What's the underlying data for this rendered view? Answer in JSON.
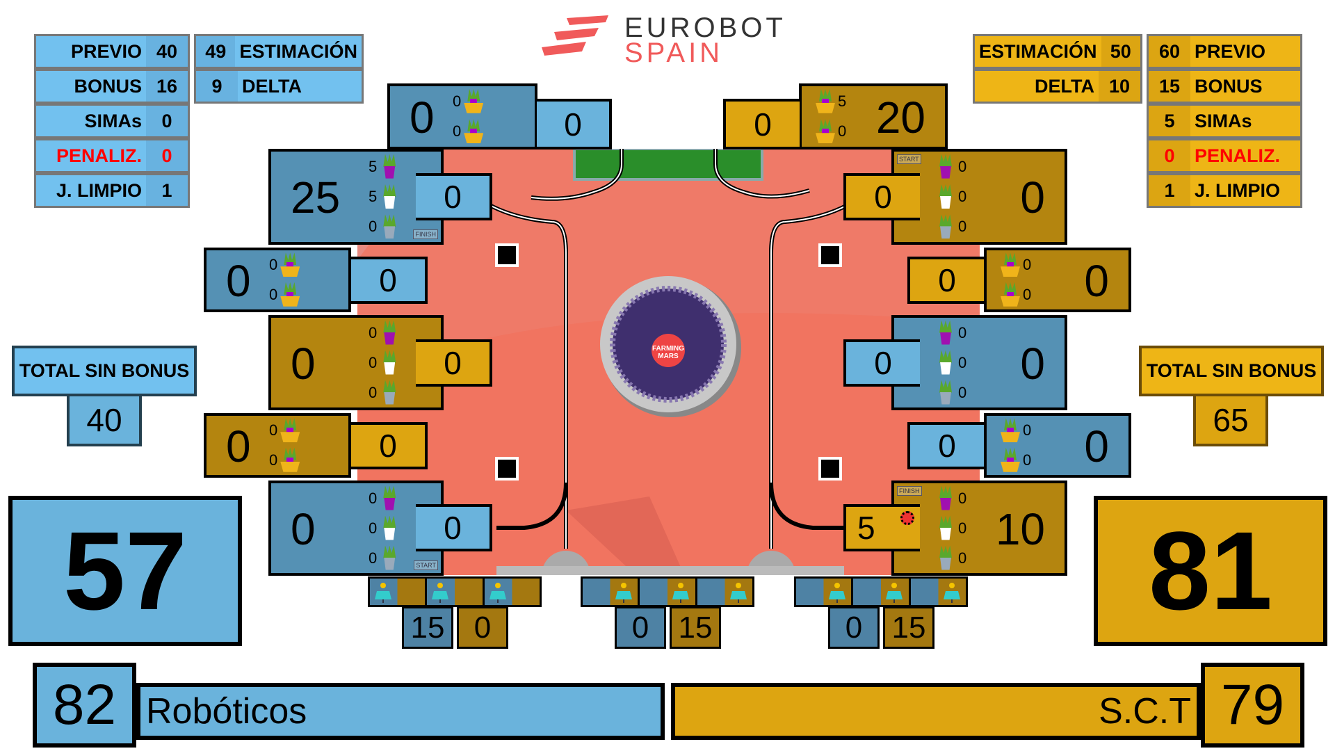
{
  "logo": {
    "line1": "EUROBOT",
    "line2": "SPAIN"
  },
  "colors": {
    "blue_team": "#6ab3dc",
    "yellow_team": "#dda511",
    "penalty": "#ff0000",
    "field": "#ef7a68"
  },
  "blue": {
    "stats_col1": [
      {
        "label": "PREVIO",
        "value": "40"
      },
      {
        "label": "BONUS",
        "value": "16"
      },
      {
        "label": "SIMAs",
        "value": "0"
      },
      {
        "label": "PENALIZ.",
        "value": "0"
      },
      {
        "label": "J. LIMPIO",
        "value": "1"
      }
    ],
    "stats_col2": [
      {
        "label": "ESTIMACIÓN",
        "value": "49"
      },
      {
        "label": "DELTA",
        "value": "9"
      }
    ],
    "total_sin_bonus_label": "TOTAL SIN BONUS",
    "total_sin_bonus": "40",
    "score": "57",
    "final_score": "82",
    "team_name": "Robóticos"
  },
  "yellow": {
    "stats_col1": [
      {
        "label": "ESTIMACIÓN",
        "value": "50"
      },
      {
        "label": "DELTA",
        "value": "10"
      }
    ],
    "stats_col2": [
      {
        "label": "PREVIO",
        "value": "60"
      },
      {
        "label": "BONUS",
        "value": "15"
      },
      {
        "label": "SIMAs",
        "value": "5"
      },
      {
        "label": "PENALIZ.",
        "value": "0"
      },
      {
        "label": "J. LIMPIO",
        "value": "1"
      }
    ],
    "total_sin_bonus_label": "TOTAL SIN BONUS",
    "total_sin_bonus": "65",
    "score": "81",
    "final_score": "79",
    "team_name": "S.C.T"
  },
  "zones": [
    {
      "id": "top-left",
      "team": "blue",
      "main": "0",
      "sub": "0",
      "counts": [
        "0",
        "0"
      ],
      "icons": [
        "planter",
        "planter"
      ]
    },
    {
      "id": "top-right",
      "team": "yellow",
      "main": "20",
      "sub": "0",
      "counts": [
        "5",
        "0"
      ],
      "icons": [
        "planter",
        "planter"
      ]
    },
    {
      "id": "left-1",
      "team": "blue",
      "main": "25",
      "sub": "0",
      "counts": [
        "5",
        "5",
        "0"
      ],
      "icons": [
        "purple",
        "white",
        "grey"
      ],
      "badge": "FINISH"
    },
    {
      "id": "right-1",
      "team": "yellow",
      "main": "0",
      "sub": "0",
      "counts": [
        "0",
        "0",
        "0"
      ],
      "icons": [
        "purple",
        "white",
        "grey"
      ],
      "badge": "START"
    },
    {
      "id": "left-2",
      "team": "blue",
      "main": "0",
      "sub": "0",
      "counts": [
        "0",
        "0"
      ],
      "icons": [
        "planter",
        "planter"
      ]
    },
    {
      "id": "right-2",
      "team": "yellow",
      "main": "0",
      "sub": "0",
      "counts": [
        "0",
        "0"
      ],
      "icons": [
        "planter",
        "planter"
      ]
    },
    {
      "id": "left-3",
      "team": "yellow",
      "main": "0",
      "sub": "0",
      "counts": [
        "0",
        "0",
        "0"
      ],
      "icons": [
        "purple",
        "white",
        "grey"
      ]
    },
    {
      "id": "right-3",
      "team": "blue",
      "main": "0",
      "sub": "0",
      "counts": [
        "0",
        "0",
        "0"
      ],
      "icons": [
        "purple",
        "white",
        "grey"
      ]
    },
    {
      "id": "left-4",
      "team": "yellow",
      "main": "0",
      "sub": "0",
      "counts": [
        "0",
        "0"
      ],
      "icons": [
        "planter",
        "planter"
      ]
    },
    {
      "id": "right-4",
      "team": "blue",
      "main": "0",
      "sub": "0",
      "counts": [
        "0",
        "0"
      ],
      "icons": [
        "planter",
        "planter"
      ]
    },
    {
      "id": "left-5",
      "team": "blue",
      "main": "0",
      "sub": "0",
      "counts": [
        "0",
        "0",
        "0"
      ],
      "icons": [
        "purple",
        "white",
        "grey"
      ],
      "badge": "START"
    },
    {
      "id": "right-5",
      "team": "yellow",
      "main": "10",
      "sub": "5",
      "counts": [
        "0",
        "0",
        "0"
      ],
      "icons": [
        "purple",
        "white",
        "grey"
      ],
      "badge": "FINISH",
      "ladybug": true
    }
  ],
  "solar": [
    {
      "blue": "15",
      "yellow": "0"
    },
    {
      "blue": "0",
      "yellow": "15"
    },
    {
      "blue": "0",
      "yellow": "15"
    }
  ],
  "field": {
    "center_label": "FARMING MARS"
  }
}
